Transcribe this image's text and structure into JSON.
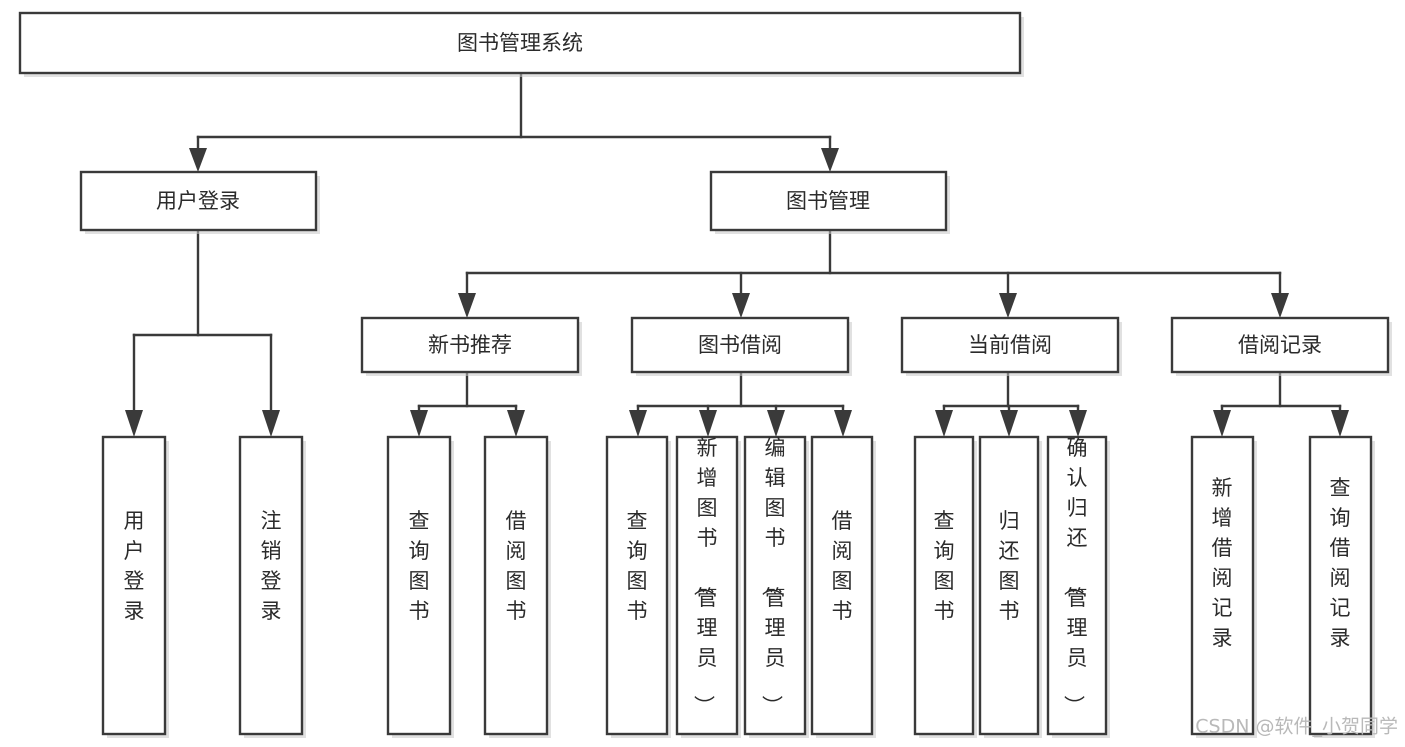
{
  "diagram": {
    "title": "图书管理系统",
    "type": "hierarchy-tree",
    "watermark": "CSDN @软件_小贺同学",
    "colors": {
      "stroke": "#3a3a3a",
      "fill": "#ffffff",
      "text": "#2b2b2b",
      "watermark": "#b9b9b9",
      "shadow": "#c9c9c9"
    },
    "root": {
      "label": "图书管理系统"
    },
    "level2": [
      {
        "label": "用户登录"
      },
      {
        "label": "图书管理"
      }
    ],
    "level3": [
      {
        "label": "新书推荐"
      },
      {
        "label": "图书借阅"
      },
      {
        "label": "当前借阅"
      },
      {
        "label": "借阅记录"
      }
    ],
    "leaves_user_login": [
      {
        "label": "用户登录"
      },
      {
        "label": "注销登录"
      }
    ],
    "leaves_new_book": [
      {
        "label": "查询图书"
      },
      {
        "label": "借阅图书"
      }
    ],
    "leaves_borrow": [
      {
        "label": "查询图书"
      },
      {
        "label": "新增图书（管理员）"
      },
      {
        "label": "编辑图书（管理员）"
      },
      {
        "label": "借阅图书"
      }
    ],
    "leaves_current": [
      {
        "label": "查询图书"
      },
      {
        "label": "归还图书"
      },
      {
        "label": "确认归还（管理员）"
      }
    ],
    "leaves_record": [
      {
        "label": "新增借阅记录"
      },
      {
        "label": "查询借阅记录"
      }
    ]
  }
}
